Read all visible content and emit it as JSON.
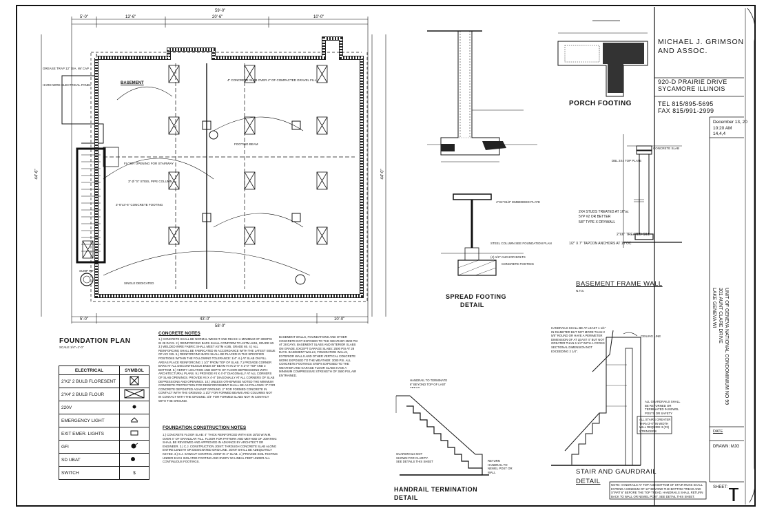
{
  "title_block": {
    "firm_line1": "MICHAEL J. GRIMSON",
    "firm_line2": "AND ASSOC.",
    "address_line1": "920-D PRAIRIE DRIVE",
    "address_line2": "SYCAMORE ILLINOIS",
    "tel": "TEL 815/895-5695",
    "fax": "FAX 815/991-2999",
    "date_line1": "December 13, 20",
    "date_line2": "10:20 AM",
    "date_line3": "14,4,4",
    "project_line1": "UNIT OF GENEVA NATIONAL CONDOMINIUM NO 99",
    "project_line2": "301 AUNT CLARE DRIVE",
    "project_line3": "LAKE GENEVA WI",
    "date_label": "DATE",
    "drawn_label": "DRAWN: MJG",
    "sheet_label": "SHEET:"
  },
  "plan": {
    "title": "FOUNDATION PLAN",
    "scale": "SCALE 1/4\"=1'-0\"",
    "dims_top": [
      "5'-0\"",
      "13'-6\"",
      "20'-6\"",
      "10'-0\""
    ],
    "dim_overall_top": "59'-0\"",
    "dims_bottom": [
      "5'-0\"",
      "43'-0\"",
      "10'-0\""
    ],
    "dim_overall_bottom": "58'-0\"",
    "dim_left": "44'-6\"",
    "dim_right": "44'-0\"",
    "label_basement": "BASEMENT",
    "label_floor_opening": "FLOOR OPENING FOR STAIRWAY",
    "label_pipe_column": "3\" Ø \"S\" STEEL PIPE COLUMN",
    "label_footing": "3'-6\"x3'-6\" CONCRETE FOOTING",
    "label_sump": "SUMP PIT",
    "label_single_dedicated": "SINGLE DEDICATED",
    "label_grease_trap": "GREASE TRAP 12\" DIA. W/ CAP",
    "label_hard_wire": "HARD WIRE ELECTRICAL PANEL",
    "label_porch_slab": "4\" CONCRETE SLAB OVER 4\" OF COMPACTED GRAVEL FILL",
    "label_footing_beam": "FOOTING BEAM"
  },
  "legend": {
    "header_electrical": "ELECTRICAL",
    "header_symbol": "SYMBOL",
    "rows": [
      {
        "label": "2'X2' 2 BULB FLORESENT",
        "icon": "box-x-icon"
      },
      {
        "label": "2'X4' 2 BULB FLOUR",
        "icon": "wide-box-x-icon"
      },
      {
        "label": "220V",
        "icon": "dot-icon"
      },
      {
        "label": "EMERGENCY LIGHT",
        "icon": "emergency-light-icon"
      },
      {
        "label": "EXIT EMER. LIGHTS",
        "icon": "exit-sign-icon"
      },
      {
        "label": "GFI",
        "icon": "gfi-outlet-icon"
      },
      {
        "label": "SD UBAT",
        "icon": "smoke-detector-icon"
      },
      {
        "label": "SWITCH",
        "icon": "switch-icon",
        "symbol": "$"
      }
    ]
  },
  "notes": {
    "concrete_title": "CONCRETE NOTES",
    "concrete_text": "1.) CONCRETE SHALL BE NORMAL WEIGHT AND REACH A MINIMUM OF 3000PSI IN 28 DAYS. 2.) REINFORCING BARS SHALL CONFORM TO ASTM A615, GRADE 60. 3.) WELDED WIRE FABRIC SHALL MEET ASTM A185, GRADE 65. 4.) ALL REINFORCING SHALL BE FABRICATED IN ACCORDANCE WITH THE LATEST ISSUE OF ACI 315. 5.) REINFORCING BARS SHALL BE PLACED IN THE SPECIFIED POSITIONS WITHIN THE FOLLOWING TOLERANCE: 1/4\". 6.) AT SLAB ON FILL AREAS PLACE REINFORCING 1 1/2\" FROM TOP OF SLAB. 7.) PROVIDE CORNER BARS AT ALL DISCONTINUOUS ENDS OF BEAM #4 IN 2'-0\" X 2'-0\" TOP AND 3 BOTTOM. 8.) VERIFY LOCATION AND DEPTH OF FLOOR DEPRESSIONS WITH ARCHITECTURAL PLANS. 9.) PROVIDE #4 X 4'-0\" DIAGONALLY AT ALL CORNERS OF SLAB OPENINGS. PROVIDE #4 X 4'-0\" DIAGONALLY AT ALL CORNERS OF SLAB DEPRESSIONS AND OPENINGS. 10.) UNLESS OTHERWISE NOTED THE MINIMUM CONCRETE PROTECTION FOR REINFORCEMENT SHALL BE AS FOLLOWS: 3\" FOR CONCRETE DEPOSITED AGAINST GROUND. 2\" FOR FORMED CONCRETE IN CONTACT WITH THE GROUND. 1 1/2\" FOR FORMED BEAMS AND COLUMNS NOT IN CONTACT WITH THE GROUND. 3/4\" FOR FORMED SLABS NOT IN CONTACT WITH THE GROUND.",
    "foundation_title": "FOUNDATION CONSTRUCTION NOTES",
    "foundation_text": "1.) CONCRETE FLOOR SLAB: 4\" THICK REINFORCED WITH 6X6 10/10 W.W.M. OVER 4\" OF GRANULAR FILL. FLOOR FOR PATTERN AND METHOD OF JOINTING SHALL BE REVIEWED AND APPROVED IN ADVANCE BY ARCHITECT OR ENGINEER. 2.) C.J. CONSTRUCTION JOINT: THROUGH CONCRETE SLAB ALONG ENTIRE LENGTH OR DESIGNATED GRID LINE. JOINT SHALL BE ADEQUATELY KEYED. 3.) S.J. SAWCUT CONTROL JOINT IN 4\" SLAB. 4.) PROVIDE SOIL TESTING UNDER EACH ISOLATED FOOTING AND EVERY 50 LINEAL FEET UNDER ALL CONTINUOUS FOOTINGS.",
    "bullets_text": "BASEMENT WALLS, FOUNDATIONS AND OTHER CONCRETE NOT EXPOSED TO THE WEATHER 2500 PSI AT 28 DAYS. BASEMENT SLABS AND INTERIOR SLABS ON GRADE, EXCEPT GARAGE SLABS: 2500 PSI AT 28 DAYS. BASEMENT WALLS, FOUNDATION WALLS, EXTERIOR WALLS AND OTHER VERTICAL CONCRETE WORK EXPOSED TO THE WEATHER: 3000 PSI. ALL CONCRETE FOOTINGS STEPS EXPOSED TO THE WEATHER AND GARAGE FLOOR SLABS HAVE A MINIMUM COMPRESSIVE STRENGTH OF 3500 PSI, AIR ENTRAINED."
  },
  "details": {
    "porch_title": "PORCH FOOTING",
    "spread_title_1": "SPREAD FOOTING",
    "spread_title_2": "DETAIL",
    "basement_title": "BASEMENT FRAME WALL",
    "handrail_title_1": "HANDRAIL TERMINATION",
    "handrail_title_2": "DETAIL",
    "stair_title_1": "STAIR AND GAURDRAIL",
    "stair_title_2": "DETAIL",
    "nts": "N.T.S.",
    "label_2x4_studs": "2X4 STUDS TREATED AT 16\"oc 5YP #2 OR BETTER",
    "label_drywall": "5/8\" TYPE X DRYWALL",
    "label_sill": "2\"X6\" TREATED SILL",
    "label_anchors": "1/2\" X 7\" TAPCON ANCHORS AT 16\"OC",
    "label_top_plate": "DBL 2X4 TOP PLATE",
    "label_concrete_slab": "CONCRETE SLAB",
    "label_steel_column": "STEEL COLUMN SEE FOUNDATION PLAN",
    "label_concrete_footing": "CONCRETE FOOTING",
    "label_embedded_plate": "4\"X4\"X1/2\" EMBEDDED PLATE",
    "label_anchor_bolts": "(4) 1/2\" ANCHOR BOLTS",
    "label_handrail_note": "HANDRAILS SHALL BE AT LEAST 1 1/4\" IN DIAMETER BUT NOT MORE THAN 2 5/8\" ROUND OR HAVE A PERIMETER DIMENSION OF AT LEAST 4\" BUT NOT GREATER THAN 6 1/4\" WITH A CROSS SECTIONAL DIMENSION NOT EXCEEDING 2 1/4\".",
    "label_ceiling_line": "CEILING LINE",
    "label_guardrail_note": "ALL GUARDRAILS SHALL BE RETURNED OR TERMINATED IN NEWEL POSTS OR SAFETY TERMINALS.",
    "label_stairs_note": "ALL STAIRS GREATER THAN 3'-0\" IN WIDTH WILL REQUIRE 3 (#3) STRINGERS",
    "label_handrail_term": "HANDRAIL TO TERMINATE 6\" BEYOND TOP OF LAST TREAD",
    "label_return_handrail": "RETURN HANDRAIL TO NEWEL POST OR WALL",
    "label_guardrails_not_shown": "GUARDRAILS NOT SHOWN FOR CLARITY. SEE DETAILS THIS SHEET",
    "detail_note": "NOTE: HANDRAILS AT TOP AND BOTTOM OF STAIR RUNS SHALL EXTEND A MINIMUM OF 12\" BEYOND THE BOTTOM TREAD AND START 6\" BEFORE THE TOP TREAD. HANDRAILS SHALL RETURN BACK TO WALL OR NEWEL POST. SEE DETAIL THIS SHEET."
  }
}
